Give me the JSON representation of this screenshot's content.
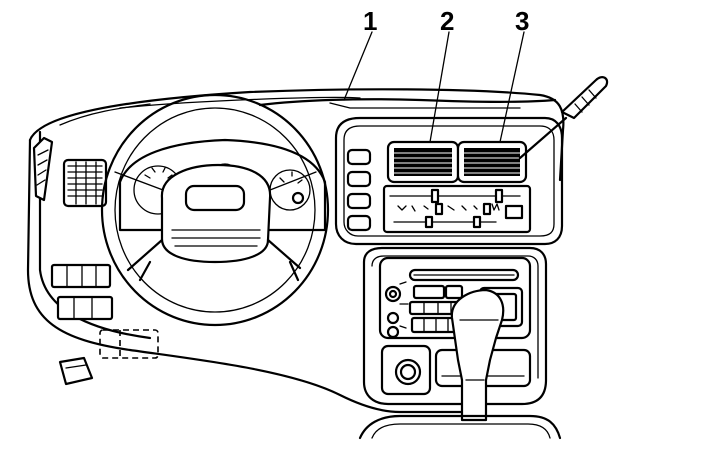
{
  "callouts": [
    {
      "number": "1",
      "target": "upper-dash-defroster"
    },
    {
      "number": "2",
      "target": "center-left-air-vent"
    },
    {
      "number": "3",
      "target": "center-right-air-vent"
    }
  ],
  "icons": [
    "steering-wheel",
    "instrument-cluster",
    "air-vent",
    "climate-control-panel",
    "radio",
    "gear-shifter",
    "probe-tool"
  ],
  "colors": {
    "line": "#000000",
    "background": "#ffffff"
  }
}
